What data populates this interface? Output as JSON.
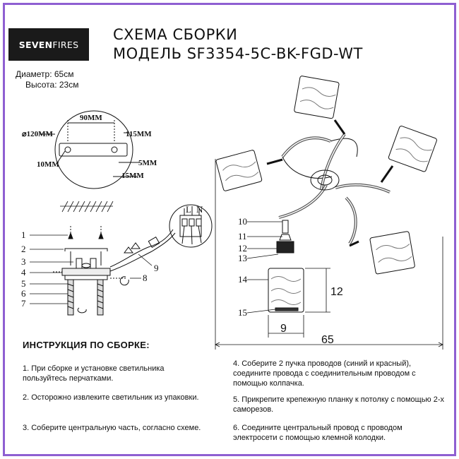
{
  "brand": {
    "logo_bold": "SEVEN",
    "logo_regular": "FIRES"
  },
  "header": {
    "title_line1": "СХЕМА СБОРКИ",
    "title_line2": "МОДЕЛЬ SF3354-5C-BK-FGD-WT"
  },
  "specs": {
    "diameter": "Диаметр: 65см",
    "height": "Высота: 23см"
  },
  "mount_dimensions": {
    "diameter": "⌀120MM",
    "width": "90MM",
    "right": "115MM",
    "left": "10MM",
    "gap": "5MM",
    "bottom": "15MM"
  },
  "part_numbers": [
    "1",
    "2",
    "3",
    "4",
    "5",
    "6",
    "7",
    "8",
    "9",
    "10",
    "11",
    "12",
    "13",
    "14",
    "15"
  ],
  "wiring_labels": [
    "L",
    "N"
  ],
  "fixture_dimensions": {
    "shade_height": "12",
    "shade_width": "9",
    "total_width": "65"
  },
  "instructions": {
    "heading": "ИНСТРУКЦИЯ ПО СБОРКЕ:",
    "steps": [
      "1. При сборке и установке светильника пользуйтесь перчатками.",
      "2. Осторожно извлеките светильник из упаковки.",
      "3. Соберите центральную часть, согласно схеме.",
      "4. Соберите 2 пучка проводов (синий и красный), соедините провода с соединительным проводом с помощью колпачка.",
      "5. Прикрепите крепежную планку к потолку с помощью 2-х саморезов.",
      "6. Соедините центральный провод с проводом электросети с помощью клемной колодки."
    ]
  },
  "colors": {
    "frame": "#8e5fd2",
    "logo_bg": "#1a1a1a"
  }
}
